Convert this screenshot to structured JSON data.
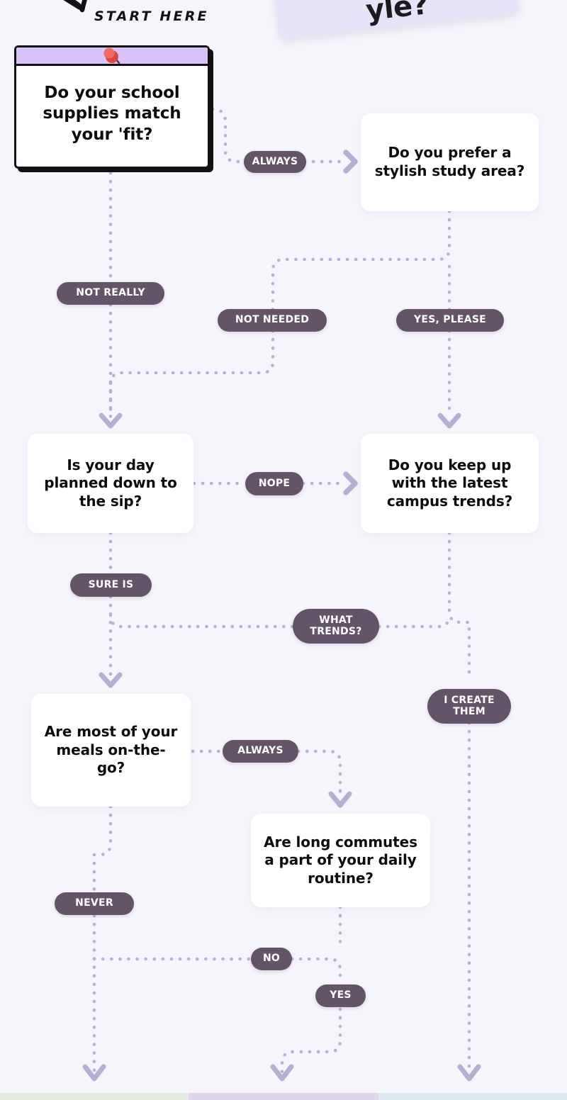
{
  "meta": {
    "background_color": "#eae6f5",
    "card_color": "#ffffff",
    "pill_color": "#635467",
    "pill_text_color": "#ffffff",
    "accent_lavender": "#d9c2fb",
    "connector_color": "#b8b0d4",
    "ink_color": "#111114",
    "pin_color": "#e8564f"
  },
  "header": {
    "start_label": "START HERE",
    "title_fragment": "yle?",
    "start_arrow_icon": "curved-arrow-icon",
    "pushpin_icon": "pushpin-icon"
  },
  "nodes": [
    {
      "id": "q-start",
      "type": "start-card",
      "text": "Do your school supplies match your 'fit?"
    },
    {
      "id": "q-stylish-study",
      "type": "card",
      "text": "Do you prefer a stylish study area?"
    },
    {
      "id": "q-day-planned",
      "type": "card",
      "text": "Is your day planned down to the sip?"
    },
    {
      "id": "q-campus-trends",
      "type": "card",
      "text": "Do you keep up with the latest campus trends?"
    },
    {
      "id": "q-meals",
      "type": "card",
      "text": "Are most of your meals on-the-go?"
    },
    {
      "id": "q-commutes",
      "type": "card",
      "text": "Are long commutes a part of your daily routine?"
    }
  ],
  "answers": [
    {
      "id": "a-always-1",
      "label": "ALWAYS"
    },
    {
      "id": "a-not-really",
      "label": "NOT REALLY"
    },
    {
      "id": "a-not-needed",
      "label": "NOT NEEDED"
    },
    {
      "id": "a-yes-please",
      "label": "YES, PLEASE"
    },
    {
      "id": "a-nope",
      "label": "NOPE"
    },
    {
      "id": "a-sure-is",
      "label": "SURE IS"
    },
    {
      "id": "a-what-trends",
      "label": "WHAT\nTRENDS?"
    },
    {
      "id": "a-i-create-them",
      "label": "I CREATE\nTHEM"
    },
    {
      "id": "a-always-2",
      "label": "ALWAYS"
    },
    {
      "id": "a-never",
      "label": "NEVER"
    },
    {
      "id": "a-no",
      "label": "NO"
    },
    {
      "id": "a-yes",
      "label": "YES"
    }
  ],
  "result_strips": [
    {
      "id": "strip-left",
      "color": "#e4ecdf"
    },
    {
      "id": "strip-center",
      "color": "#ded7ec"
    },
    {
      "id": "strip-right",
      "color": "#dde9ef"
    }
  ]
}
